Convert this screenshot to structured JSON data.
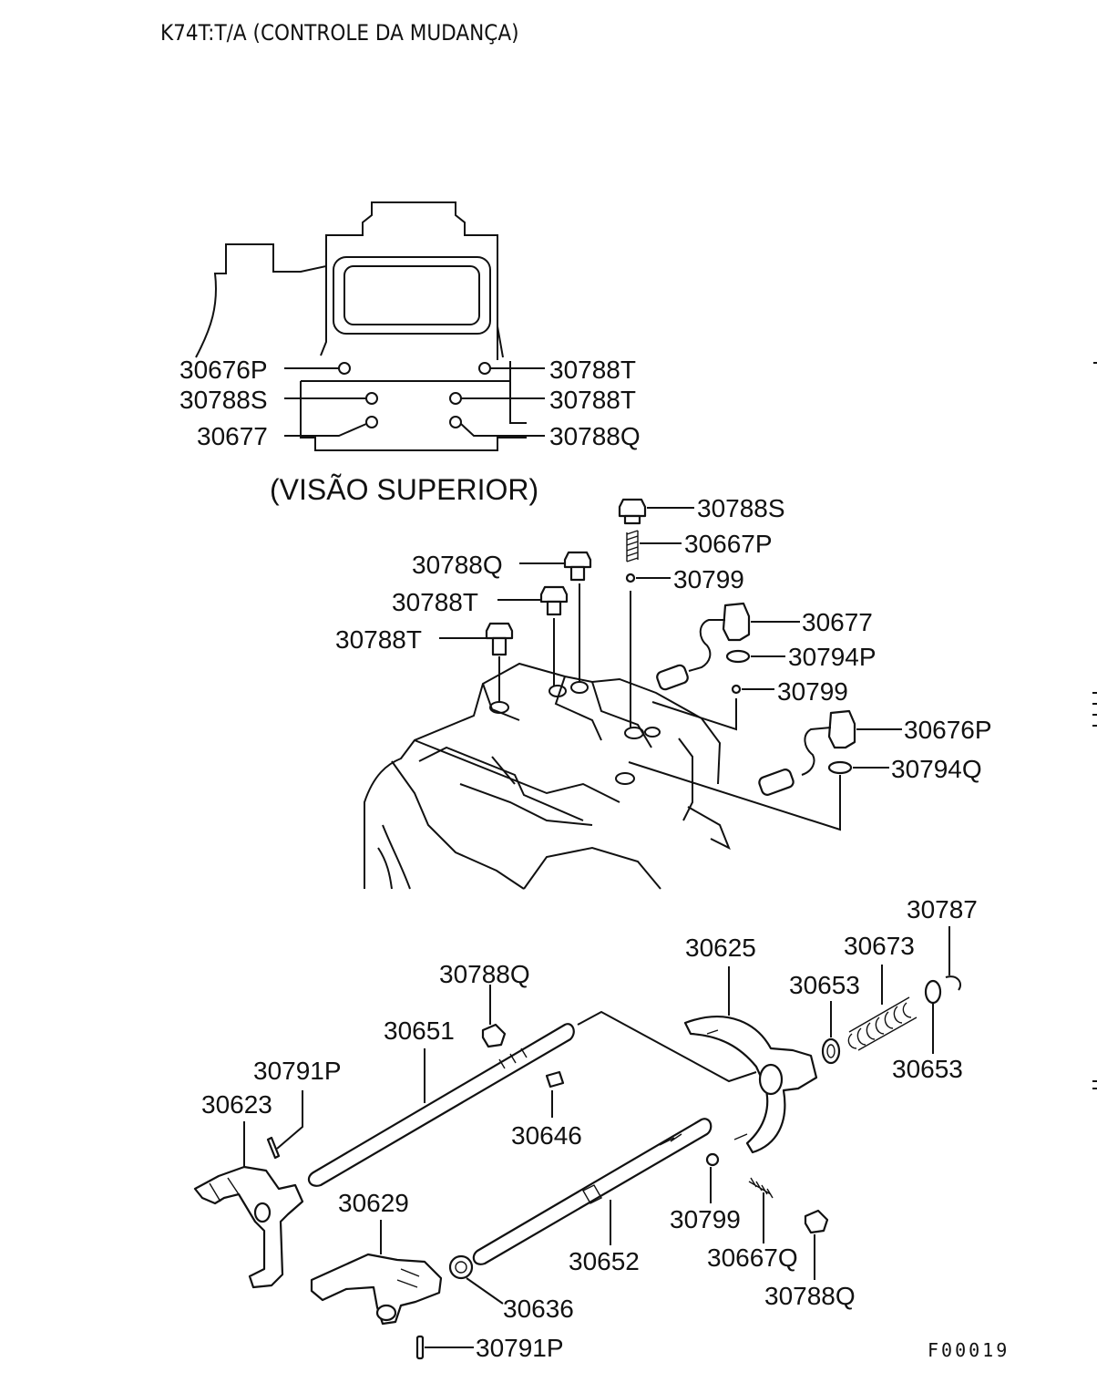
{
  "header": {
    "title": "K74T:T/A (CONTROLE DA MUDANÇA)"
  },
  "top_view": {
    "caption": "(VISÃO SUPERIOR)",
    "left_labels": [
      "30676P",
      "30788S",
      "30677"
    ],
    "right_labels": [
      "30788T",
      "30788T",
      "30788Q"
    ]
  },
  "mid_view": {
    "labels": [
      "30788S",
      "30667P",
      "30799",
      "30677",
      "30794P",
      "30799",
      "30676P",
      "30794Q",
      "30788Q",
      "30788T",
      "30788T"
    ]
  },
  "bottom_view": {
    "labels": [
      "30787",
      "30625",
      "30673",
      "30653",
      "30653",
      "30788Q",
      "30651",
      "30791P",
      "30623",
      "30646",
      "30629",
      "30652",
      "30799",
      "30667Q",
      "30788Q",
      "30636",
      "30791P"
    ]
  },
  "footer": {
    "code": "F00019"
  }
}
